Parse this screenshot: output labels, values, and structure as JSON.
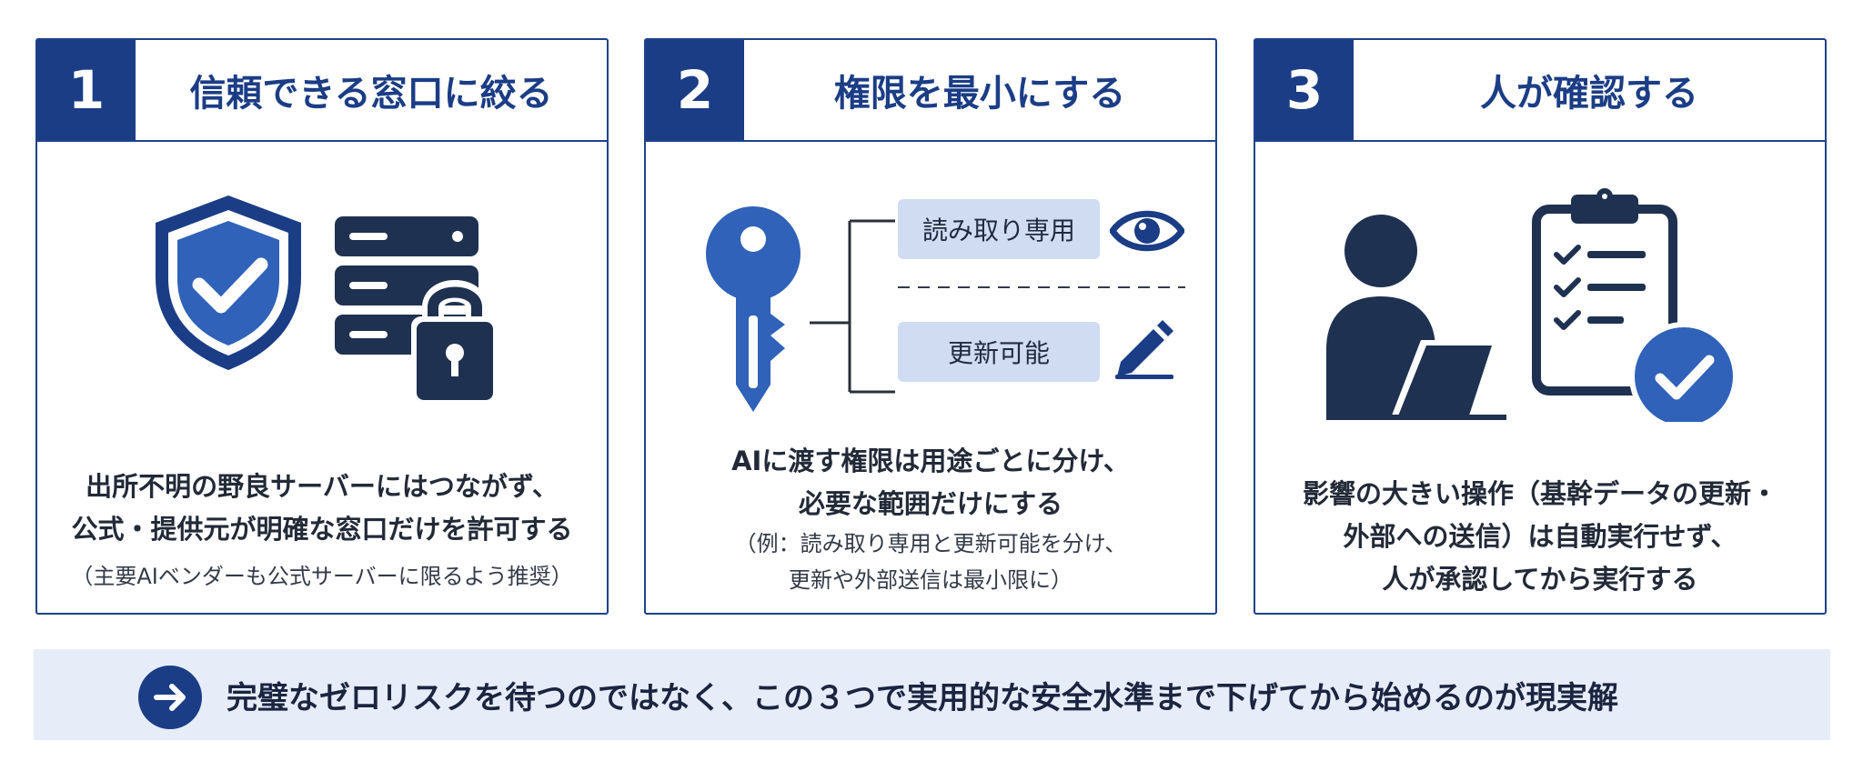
{
  "steps": [
    {
      "number": "1",
      "title": "信頼できる窓口に絞る",
      "description": [
        "出所不明の野良サーバーにはつながず、",
        "公式・提供元が明確な窓口だけを許可する"
      ],
      "note": [
        "（主要AIベンダーも公式サーバーに限るよう推奨）"
      ],
      "icons": [
        "shield-check-icon",
        "server-lock-icon"
      ]
    },
    {
      "number": "2",
      "title": "権限を最小にする",
      "description": [
        "AIに渡す権限は用途ごとに分け、",
        "必要な範囲だけにする"
      ],
      "note": [
        "（例：読み取り専用と更新可能を分け、",
        "更新や外部送信は最小限に）"
      ],
      "permissions": [
        {
          "label": "読み取り専用",
          "icon": "eye-icon"
        },
        {
          "label": "更新可能",
          "icon": "pencil-icon"
        }
      ],
      "icons": [
        "key-icon"
      ]
    },
    {
      "number": "3",
      "title": "人が確認する",
      "description": [
        "影響の大きい操作（基幹データの更新・",
        "外部への送信）は自動実行せず、",
        "人が承認してから実行する"
      ],
      "icons": [
        "person-laptop-icon",
        "clipboard-check-icon"
      ]
    }
  ],
  "banner": {
    "text": "完璧なゼロリスクを待つのではなく、この３つで実用的な安全水準まで下げてから始めるのが現実解",
    "icon": "arrow-right-icon"
  },
  "colors": {
    "primary": "#1b3d86",
    "accent": "#2f62b8",
    "pill": "#cfdcf1",
    "banner_bg": "#e6edf8",
    "icon_dark": "#1f3150"
  }
}
